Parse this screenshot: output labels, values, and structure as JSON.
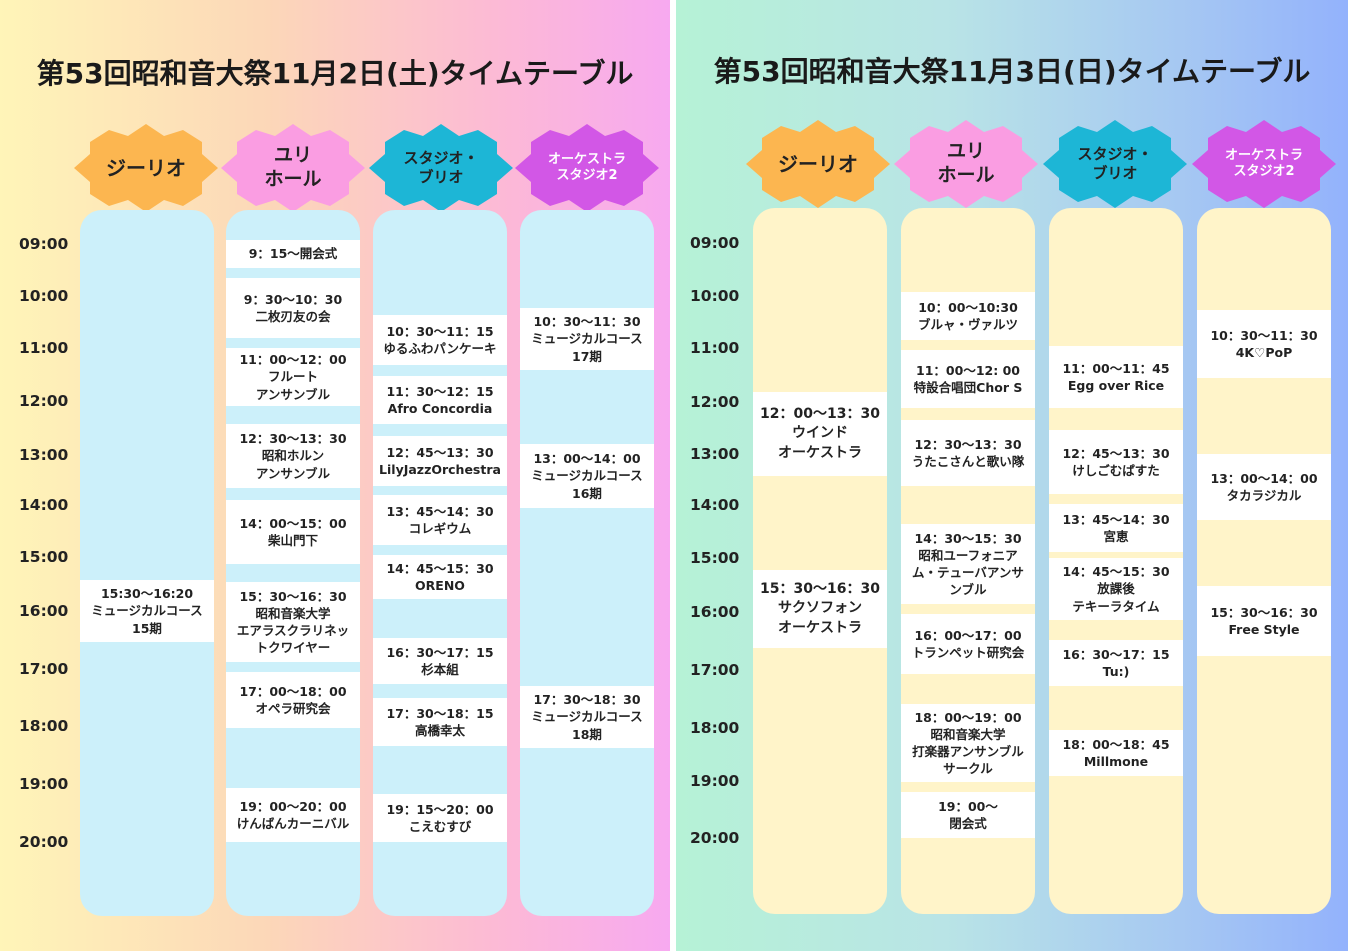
{
  "days": [
    {
      "title": "第53回昭和音大祭11月2日(土)タイムテーブル",
      "times": [
        "09:00",
        "10:00",
        "11:00",
        "12:00",
        "13:00",
        "14:00",
        "15:00",
        "16:00",
        "17:00",
        "18:00",
        "19:00",
        "20:00"
      ],
      "venues": [
        {
          "name": "ジーリオ",
          "color": "#fcb650",
          "text_color": "#222222",
          "blocks": [
            {
              "label": "15:30〜16:20\nミュージカルコース\n15期"
            }
          ]
        },
        {
          "name": "ユリ\nホール",
          "color": "#fa9de2",
          "text_color": "#222222",
          "blocks": [
            {
              "label": "9：15〜開会式"
            },
            {
              "label": "9：30〜10：30\n二枚刃友の会"
            },
            {
              "label": "11：00〜12：00\nフルート\nアンサンブル"
            },
            {
              "label": "12：30〜13：30\n昭和ホルン\nアンサンブル"
            },
            {
              "label": "14：00〜15：00\n柴山門下"
            },
            {
              "label": "15：30〜16：30\n昭和音楽大学\nエアラスクラリネッ\nトクワイヤー"
            },
            {
              "label": "17：00〜18：00\nオペラ研究会"
            },
            {
              "label": "19：00〜20：00\nけんばんカーニバル"
            }
          ]
        },
        {
          "name": "スタジオ・\nブリオ",
          "color": "#1db6d6",
          "text_color": "#222222",
          "blocks": [
            {
              "label": "10：30〜11：15\nゆるふわパンケーキ"
            },
            {
              "label": "11：30〜12：15\nAfro Concordia"
            },
            {
              "label": "12：45〜13：30\nLilyJazzOrchestra"
            },
            {
              "label": "13：45〜14：30\nコレギウム"
            },
            {
              "label": "14：45〜15：30\nORENO"
            },
            {
              "label": "16：30〜17：15\n杉本組"
            },
            {
              "label": "17：30〜18：15\n高橋幸太"
            },
            {
              "label": "19：15〜20：00\nこえむすび"
            }
          ]
        },
        {
          "name": "オーケストラ\nスタジオ2",
          "color": "#d257e6",
          "text_color": "#ffffff",
          "blocks": [
            {
              "label": "10：30〜11：30\nミュージカルコース\n17期"
            },
            {
              "label": "13：00〜14：00\nミュージカルコース\n16期"
            },
            {
              "label": "17：30〜18：30\nミュージカルコース\n18期"
            }
          ]
        }
      ]
    },
    {
      "title": "第53回昭和音大祭11月3日(日)タイムテーブル",
      "times": [
        "09:00",
        "10:00",
        "11:00",
        "12:00",
        "13:00",
        "14:00",
        "15:00",
        "16:00",
        "17:00",
        "18:00",
        "19:00",
        "20:00"
      ],
      "venues": [
        {
          "name": "ジーリオ",
          "color": "#fcb650",
          "text_color": "#222222",
          "blocks": [
            {
              "label": "12：00〜13：30\nウインド\nオーケストラ"
            },
            {
              "label": "15：30〜16：30\nサクソフォン\nオーケストラ"
            }
          ]
        },
        {
          "name": "ユリ\nホール",
          "color": "#fa9de2",
          "text_color": "#222222",
          "blocks": [
            {
              "label": "10：00〜10:30\nブルャ・ヴァルツ"
            },
            {
              "label": "11：00〜12: 00\n特設合唱団Chor S"
            },
            {
              "label": "12：30〜13：30\nうたこさんと歌い隊"
            },
            {
              "label": "14：30〜15：30\n昭和ユーフォニア\nム・テューバアンサ\nンブル"
            },
            {
              "label": "16：00〜17：00\nトランペット研究会"
            },
            {
              "label": "18：00〜19：00\n昭和音楽大学\n打楽器アンサンブル\nサークル"
            },
            {
              "label": "19：00〜\n閉会式"
            }
          ]
        },
        {
          "name": "スタジオ・\nブリオ",
          "color": "#1db6d6",
          "text_color": "#222222",
          "blocks": [
            {
              "label": "11：00〜11：45\nEgg over Rice"
            },
            {
              "label": "12：45〜13：30\nけしごむぱすた"
            },
            {
              "label": "13：45〜14：30\n宮恵"
            },
            {
              "label": "14：45〜15：30\n放課後\nテキーラタイム"
            },
            {
              "label": "16：30〜17：15\nTu:)"
            },
            {
              "label": "18：00〜18：45\nMillmone"
            }
          ]
        },
        {
          "name": "オーケストラ\nスタジオ2",
          "color": "#d257e6",
          "text_color": "#ffffff",
          "blocks": [
            {
              "label": "10：30〜11：30\n4K♡PoP"
            },
            {
              "label": "13：00〜14：00\nタカラジカル"
            },
            {
              "label": "15：30〜16：30\nFree Style"
            }
          ]
        }
      ]
    }
  ]
}
